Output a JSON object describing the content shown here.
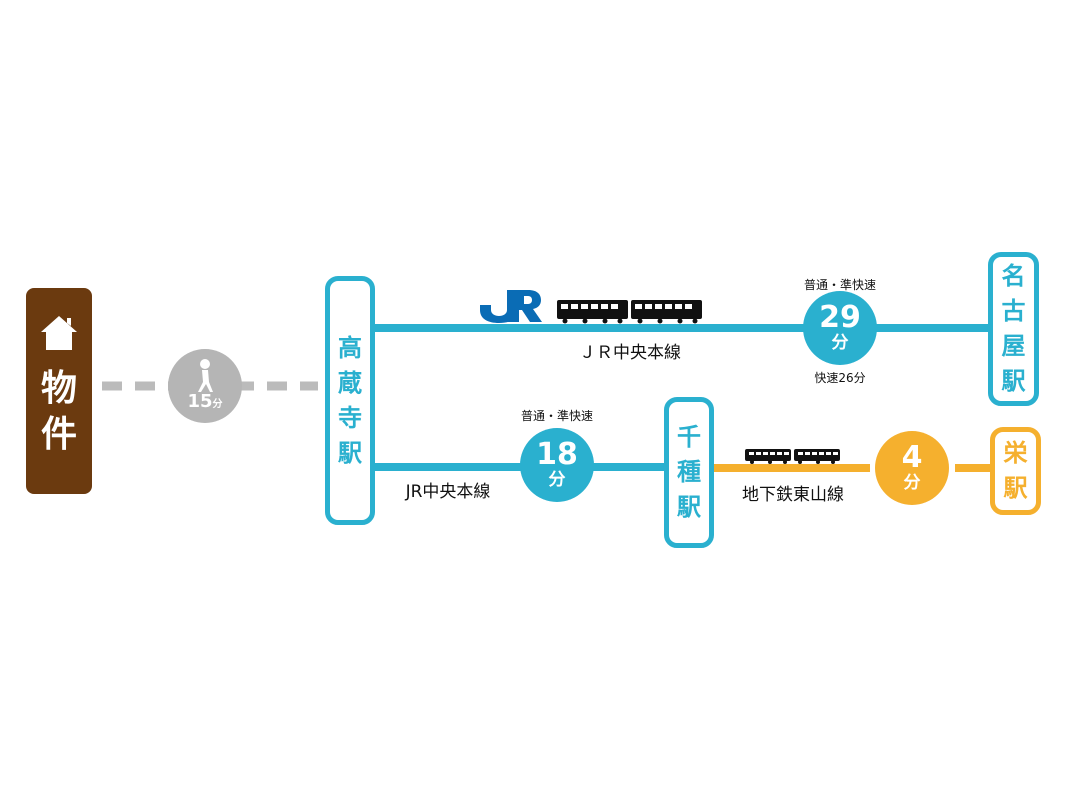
{
  "property": {
    "label_chars": [
      "物",
      "件"
    ],
    "icon": "house-icon"
  },
  "walk": {
    "minutes": "15",
    "unit": "分",
    "icon": "walking-person-icon"
  },
  "stations": {
    "kozoji": {
      "chars": [
        "高",
        "蔵",
        "寺",
        "駅"
      ]
    },
    "nagoya": {
      "chars": [
        "名",
        "古",
        "屋",
        "駅"
      ]
    },
    "chikusa": {
      "chars": [
        "千",
        "種",
        "駅"
      ]
    },
    "sakae": {
      "chars": [
        "栄",
        "駅"
      ]
    }
  },
  "routes": {
    "top": {
      "line_label": "ＪＲ中央本線",
      "service_label": "普通・準快速",
      "minutes": "29",
      "unit": "分",
      "rapid_note": "快速26分",
      "logo": "JR"
    },
    "bottom": {
      "line_label": "JR中央本線",
      "service_label": "普通・準快速",
      "minutes": "18",
      "unit": "分"
    },
    "subway": {
      "line_label": "地下鉄東山線",
      "minutes": "4",
      "unit": "分"
    }
  },
  "colors": {
    "jr": "#2ab0cf",
    "subway": "#f5b02e",
    "property": "#6b3a0f",
    "walk": "#b5b5b5",
    "jr_logo": "#0a6cb5"
  }
}
